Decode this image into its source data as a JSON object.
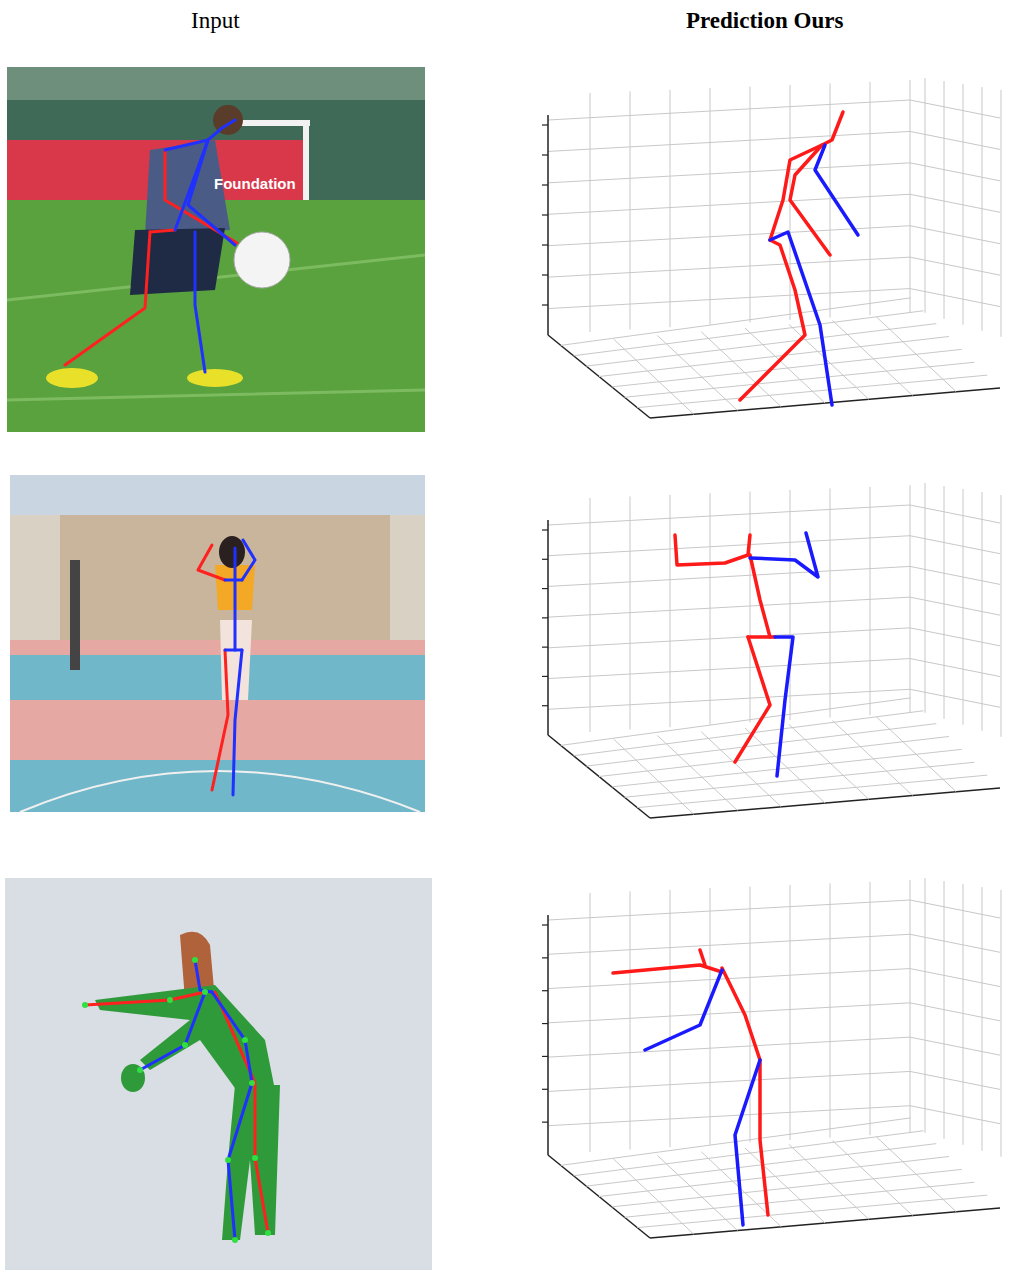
{
  "diagram": {
    "labels": [
      "Input",
      "Prediction Ours",
      "Foundation"
    ]
  }
}
